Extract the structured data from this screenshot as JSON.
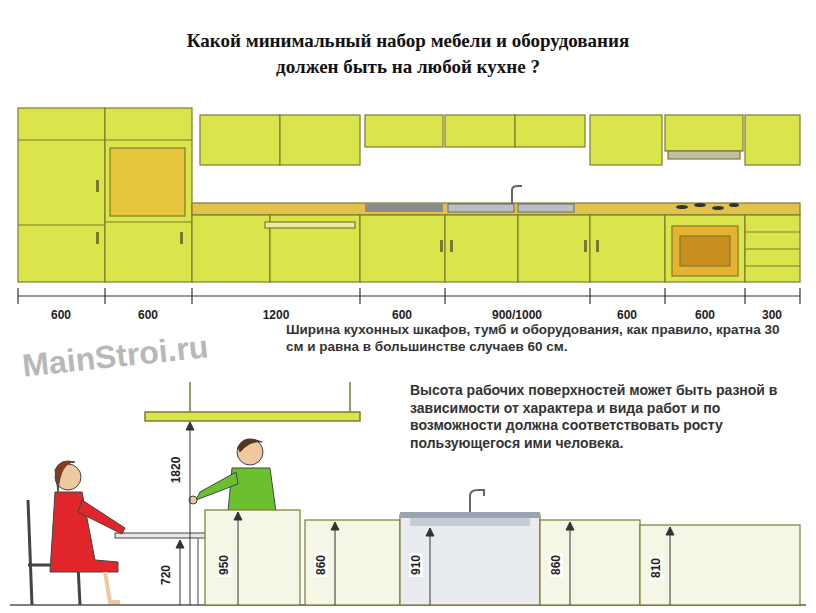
{
  "diagram": {
    "title": "Какой минимальный набор мебели и оборудования должен быть на любой кухне ?",
    "labels": [
      "600",
      "600",
      "1200",
      "600",
      "900/1000",
      "600",
      "600",
      "300",
      "Ширина кухонных шкафов, тумб и оборудования, как правило, кратна 30 см и равна в большинстве случаев 60 см.",
      "Высота рабочих поверхностей может быть разной в зависимости от характера и вида работ и по возможности должна соответствовать росту пользующегося ими человека.",
      "1820",
      "720",
      "950",
      "860",
      "910",
      "860",
      "810",
      "MainStroi.ru"
    ]
  }
}
